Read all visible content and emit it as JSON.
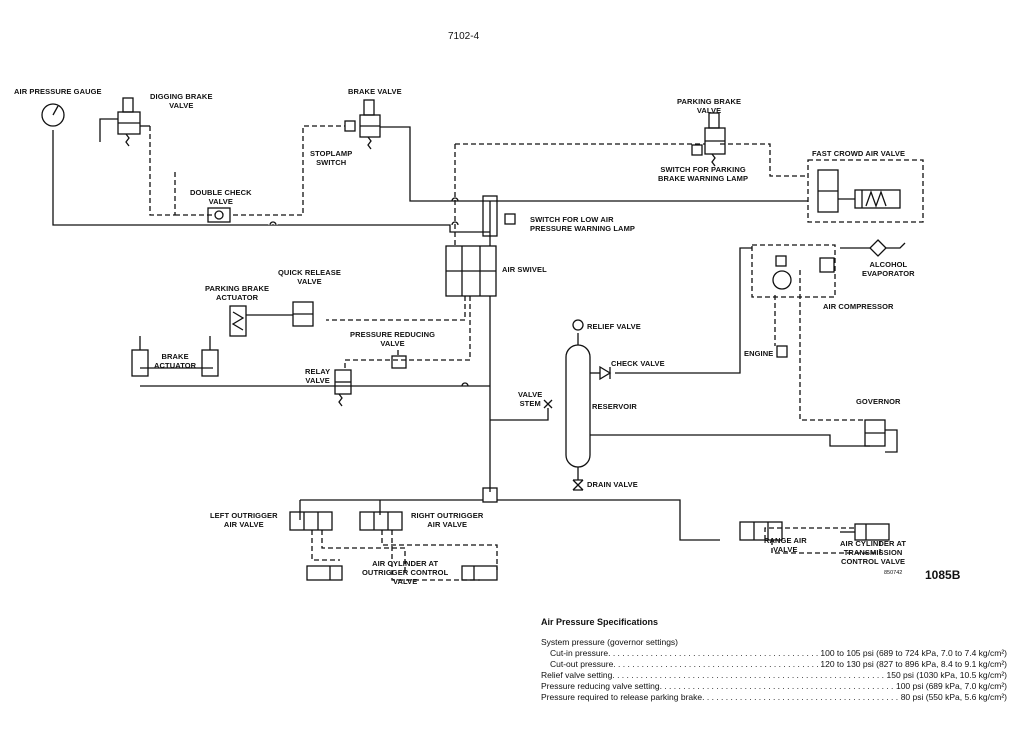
{
  "page_number": "7102-4",
  "figure_id": "1085B",
  "figure_code": "850742",
  "labels": {
    "air_pressure_gauge": "AIR PRESSURE GAUGE",
    "digging_brake_valve": "DIGGING BRAKE\nVALVE",
    "brake_valve": "BRAKE VALVE",
    "stoplamp_switch": "STOPLAMP\nSWITCH",
    "parking_brake_valve": "PARKING BRAKE\nVALVE",
    "switch_parking_brake": "SWITCH FOR PARKING\nBRAKE WARNING LAMP",
    "fast_crowd_air_valve": "FAST CROWD AIR VALVE",
    "double_check_valve": "DOUBLE CHECK\nVALVE",
    "switch_low_air": "SWITCH FOR LOW AIR\nPRESSURE WARNING LAMP",
    "alcohol_evaporator": "ALCOHOL\nEVAPORATOR",
    "air_swivel": "AIR SWIVEL",
    "air_compressor": "AIR COMPRESSOR",
    "quick_release_valve": "QUICK RELEASE\nVALVE",
    "parking_brake_actuator": "PARKING BRAKE\nACTUATOR",
    "relief_valve": "RELIEF VALVE",
    "pressure_reducing_valve": "PRESSURE REDUCING\nVALVE",
    "brake_actuator": "BRAKE\nACTUATOR",
    "engine": "ENGINE",
    "check_valve": "CHECK VALVE",
    "relay_valve": "RELAY\nVALVE",
    "valve_stem": "VALVE\nSTEM",
    "reservoir": "RESERVOIR",
    "governor": "GOVERNOR",
    "drain_valve": "DRAIN VALVE",
    "left_outrigger_air_valve": "LEFT OUTRIGGER\nAIR VALVE",
    "right_outrigger_air_valve": "RIGHT OUTRIGGER\nAIR VALVE",
    "range_air_valve": "RANGE AIR\nVALVE",
    "air_cylinder_transmission": "AIR CYLINDER AT\nTRANSMISSION\nCONTROL VALVE",
    "air_cylinder_outrigger": "AIR CYLINDER AT\nOUTRIGGER CONTROL\nVALVE"
  },
  "specs": {
    "title": "Air Pressure Specifications",
    "header": "System pressure (governor settings)",
    "rows": [
      {
        "label": "Cut-in pressure",
        "value": "100 to 105 psi (689 to 724 kPa, 7.0 to 7.4 kg/cm²)"
      },
      {
        "label": "Cut-out pressure",
        "value": "120 to 130 psi (827 to 896 kPa, 8.4 to 9.1 kg/cm²)"
      },
      {
        "label": "Relief valve setting",
        "value": "150 psi (1030 kPa, 10.5 kg/cm²)"
      },
      {
        "label": "Pressure reducing valve setting",
        "value": "100 psi (689 kPa, 7.0 kg/cm²)"
      },
      {
        "label": "Pressure required to release parking brake",
        "value": "80 psi (550 kPa, 5.6 kg/cm²)"
      }
    ]
  }
}
